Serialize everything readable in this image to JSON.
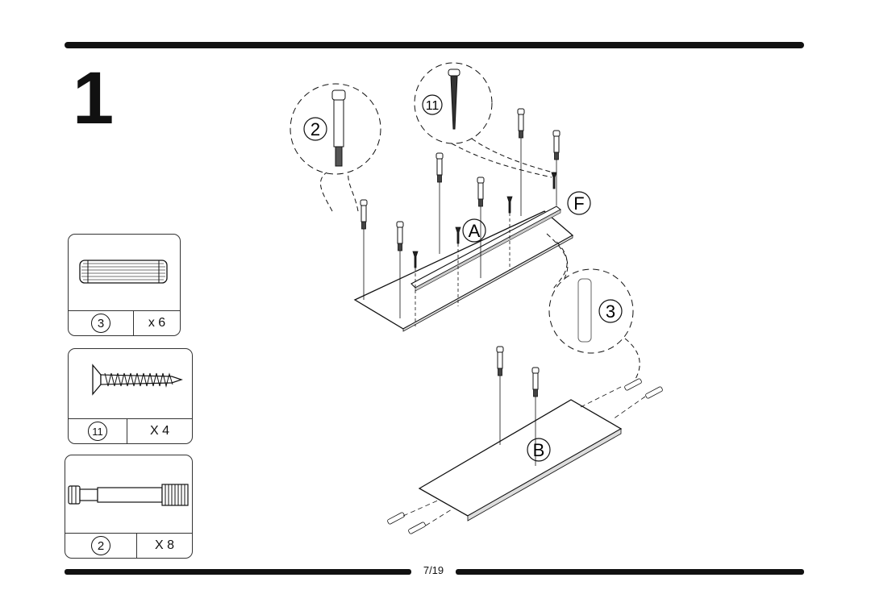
{
  "step": {
    "number": "1"
  },
  "footer": {
    "page": "7/19"
  },
  "parts": [
    {
      "id": "3",
      "qty": "x 6",
      "icon": "wooden-dowel-icon"
    },
    {
      "id": "11",
      "qty": "X 4",
      "icon": "screw-icon"
    },
    {
      "id": "2",
      "qty": "X 8",
      "icon": "cam-bolt-icon"
    }
  ],
  "diagram": {
    "panel_labels": [
      "A",
      "F",
      "B"
    ],
    "callouts": [
      "2",
      "11",
      "3"
    ]
  }
}
